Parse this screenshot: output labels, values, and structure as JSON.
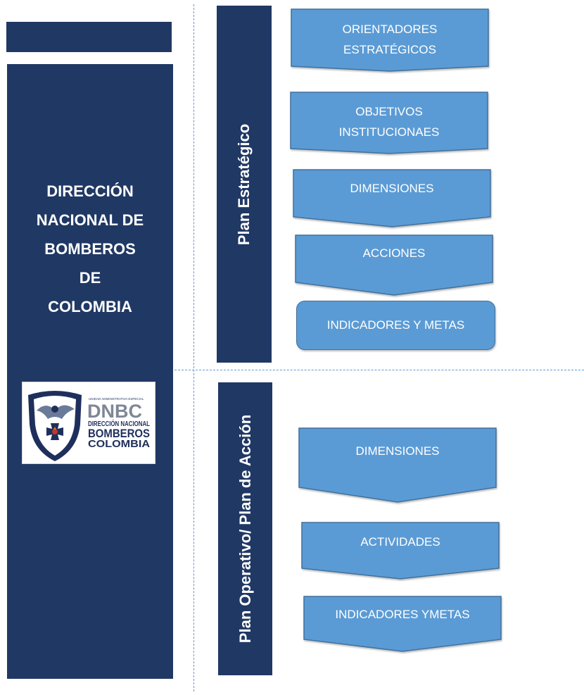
{
  "colors": {
    "navy": "#203864",
    "arrow_fill": "#5b9bd5",
    "arrow_stroke": "#41719c",
    "separator": "#5b9bd5"
  },
  "organization": {
    "name_lines": [
      "DIRECCIÓN",
      "NACIONAL DE",
      "BOMBEROS",
      "DE",
      "COLOMBIA"
    ]
  },
  "logo": {
    "icon": "dnbc-shield-logo",
    "small_text": "UNIDAD ADMINISTRATIVA ESPECIAL",
    "acronym": "DNBC",
    "line1": "DIRECCIÓN NACIONAL",
    "line2": "BOMBEROS",
    "line3": "COLOMBIA"
  },
  "strategic_plan": {
    "label": "Plan Estratégico",
    "steps": [
      {
        "lines": [
          "ORIENTADORES",
          "ESTRATÉGICOS"
        ]
      },
      {
        "lines": [
          "OBJETIVOS",
          "INSTITUCIONAES"
        ]
      },
      {
        "lines": [
          "DIMENSIONES"
        ]
      },
      {
        "lines": [
          "ACCIONES"
        ]
      },
      {
        "lines": [
          "INDICADORES Y METAS"
        ]
      }
    ]
  },
  "operative_plan": {
    "label": "Plan Operativo/ Plan de Acción",
    "steps": [
      {
        "lines": [
          "DIMENSIONES"
        ]
      },
      {
        "lines": [
          "ACTIVIDADES"
        ]
      },
      {
        "lines": [
          "INDICADORES YMETAS"
        ]
      }
    ]
  }
}
